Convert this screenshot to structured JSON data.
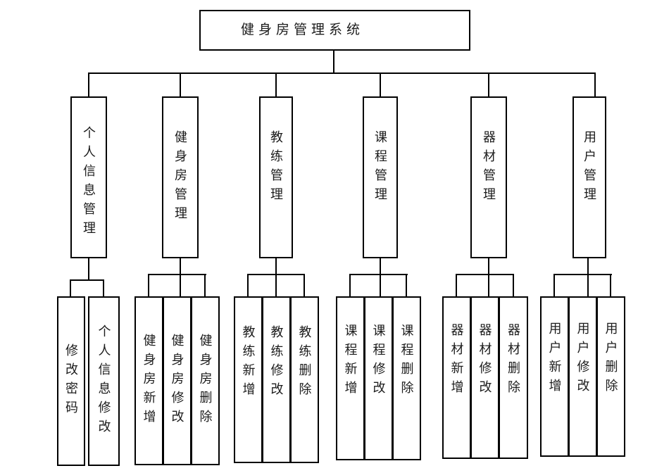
{
  "chart": {
    "title": "健身房管理系统",
    "branches": [
      {
        "label": "个人信息管理",
        "children": [
          "修改密码",
          "个人信息修改"
        ]
      },
      {
        "label": "健身房管理",
        "children": [
          "健身房新增",
          "健身房修改",
          "健身房删除"
        ]
      },
      {
        "label": "教练管理",
        "children": [
          "教练新增",
          "教练修改",
          "教练删除"
        ]
      },
      {
        "label": "课程管理",
        "children": [
          "课程新增",
          "课程修改",
          "课程删除"
        ]
      },
      {
        "label": "器材管理",
        "children": [
          "器材新增",
          "器材修改",
          "器材删除"
        ]
      },
      {
        "label": "用户管理",
        "children": [
          "用户新增",
          "用户修改",
          "用户删除"
        ]
      }
    ],
    "colors": {
      "line": "#000000",
      "text": "#1c1c1c",
      "background": "#ffffff"
    }
  }
}
